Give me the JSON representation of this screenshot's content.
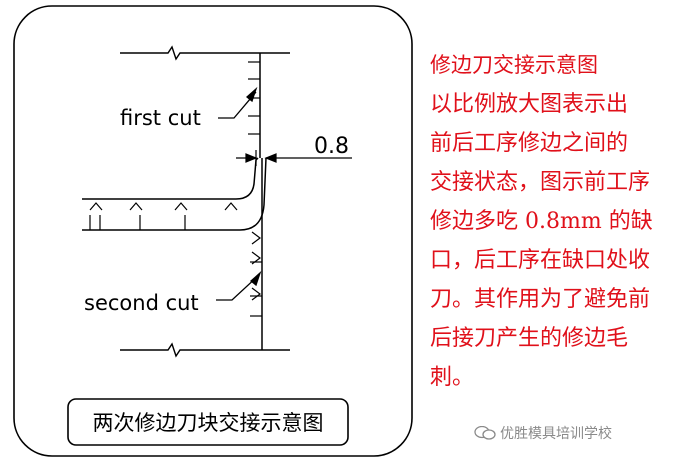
{
  "diagram": {
    "label_first_cut": "first cut",
    "label_second_cut": "second cut",
    "dimension_value": "0.8",
    "caption": "两次修边刀块交接示意图"
  },
  "description": {
    "lines": [
      "修边刀交接示意图",
      "以比例放大图表示出",
      "前后工序修边之间的",
      "交接状态，图示前工序",
      "修边多吃 0.8mm 的缺",
      "口，后工序在缺口处收",
      "刀。其作用为了避免前",
      "后接刀产生的修边毛",
      "刺。"
    ]
  },
  "watermark": {
    "text": "优胜模具培训学校",
    "icon": "wechat-icon"
  },
  "colors": {
    "description_text": "#e0101a",
    "line": "#000000",
    "watermark": "#8a8a8a"
  }
}
